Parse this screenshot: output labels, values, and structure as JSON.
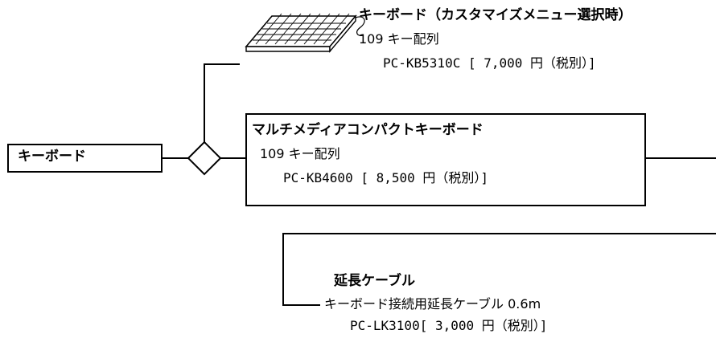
{
  "root_node": {
    "label": "キーボード"
  },
  "option_keyboard_custom": {
    "title": "キーボード（カスタマイズメニュー選択時）",
    "layout": "109 キー配列",
    "model_price": "PC-KB5310C [ 7,000 円（税別）]"
  },
  "option_multimedia_keyboard": {
    "title": "マルチメディアコンパクトキーボード",
    "layout": "109 キー配列",
    "model_price": "PC-KB4600 [ 8,500 円（税別）]"
  },
  "option_extension_cable": {
    "title": "延長ケーブル",
    "description": "キーボード接続用延長ケーブル 0.6m",
    "model_price": "PC-LK3100[ 3,000 円（税別）]"
  },
  "colors": {
    "line": "#000000",
    "background": "#ffffff"
  },
  "icons": [
    "keyboard-illustration"
  ]
}
